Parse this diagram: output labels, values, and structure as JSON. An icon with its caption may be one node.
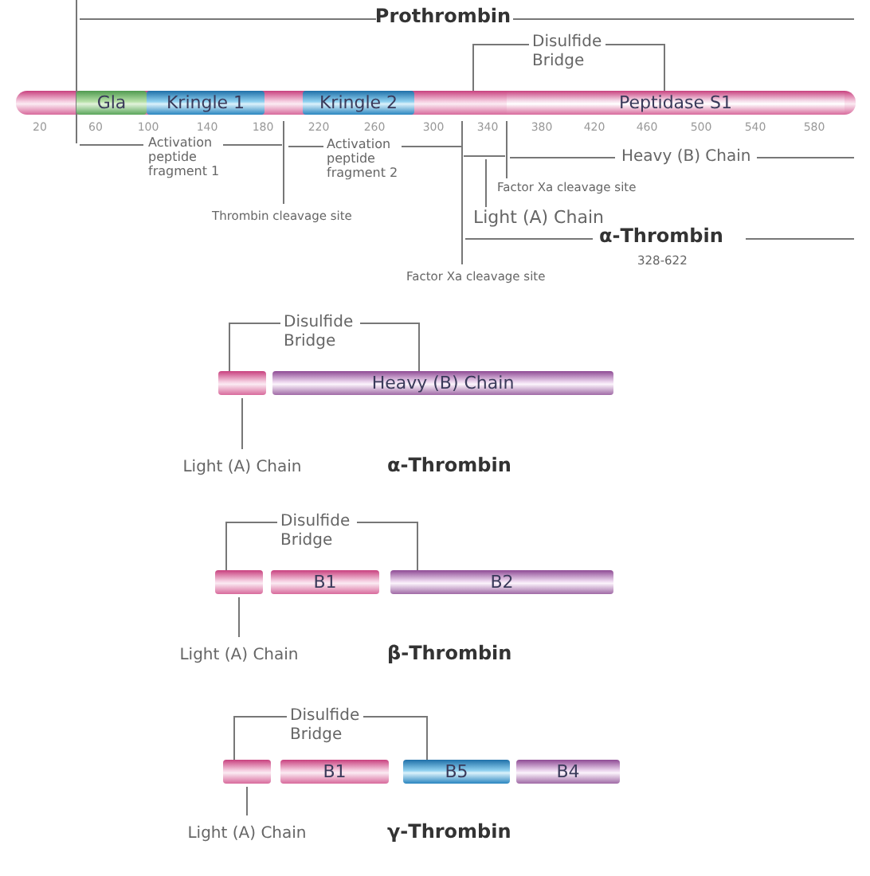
{
  "diagram": {
    "nodes": [
      {
        "text": [
          "Gla"
        ]
      },
      {
        "text": [
          "Kringle 1"
        ]
      },
      {
        "text": [
          "Kringle 2"
        ]
      },
      {
        "text": [
          "Peptidase S1"
        ]
      },
      {
        "text": [],
        "shape": "bar"
      },
      {
        "text": [
          "Heavy (B) Chain"
        ]
      },
      {
        "text": [
          "Light (A) Chain"
        ]
      },
      {
        "text": [],
        "shape": "bar"
      },
      {
        "text": [
          "B1"
        ]
      },
      {
        "text": [
          "B2"
        ]
      },
      {
        "text": [
          "Light (A) Chain"
        ]
      },
      {
        "text": [],
        "shape": "bar"
      },
      {
        "text": [
          "B1"
        ]
      },
      {
        "text": [
          "B5"
        ]
      },
      {
        "text": [
          "B4"
        ]
      },
      {
        "text": [
          "Light (A) Chain"
        ]
      }
    ],
    "edges": [
      {
        "from": 6,
        "to": 4,
        "arrow": "none"
      },
      {
        "from": 10,
        "to": 7,
        "arrow": "none"
      },
      {
        "from": 15,
        "to": 11,
        "arrow": "none"
      }
    ],
    "labels": [
      "Prothrombin",
      "Disulfide Bridge",
      "20",
      "60",
      "100",
      "140",
      "180",
      "220",
      "260",
      "300",
      "340",
      "380",
      "420",
      "460",
      "500",
      "540",
      "580",
      "Activation peptide fragment 1",
      "Activation peptide fragment 2",
      "Heavy (B) Chain",
      "Factor Xa cleavage site",
      "Thrombin cleavage site",
      "Light (A) Chain",
      "α-Thrombin",
      "328-622",
      "Factor Xa cleavage site",
      "Disulfide Bridge",
      "α-Thrombin",
      "Disulfide Bridge",
      "β-Thrombin",
      "Disulfide Bridge",
      "γ-Thrombin"
    ]
  }
}
